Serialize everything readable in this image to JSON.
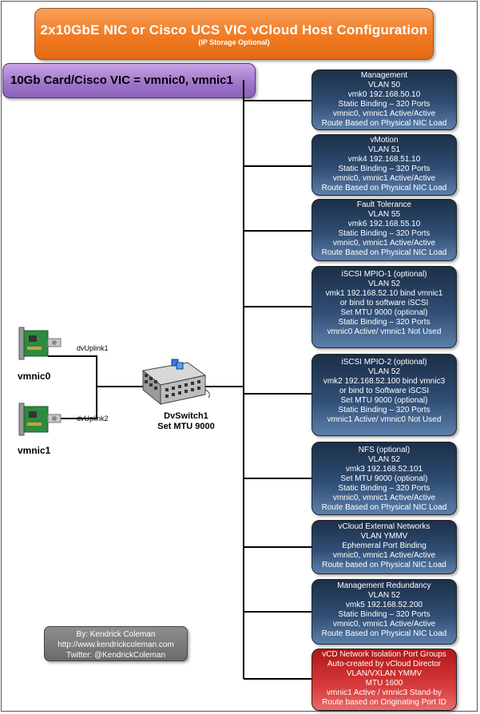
{
  "title": {
    "main": "2x10GbE NIC or Cisco UCS VIC vCloud Host  Configuration",
    "sub": "(IP Storage Optional)"
  },
  "card_label": "10Gb Card/Cisco VIC = vmnic0, vmnic1",
  "nics": [
    {
      "name": "vmnic0",
      "uplink": "dvUplink1"
    },
    {
      "name": "vmnic1",
      "uplink": "dvUplink2"
    }
  ],
  "switch": {
    "name": "DvSwitch1",
    "mtu": "Set MTU 9000"
  },
  "port_groups": [
    {
      "color": "blue",
      "lines": [
        "Management",
        "VLAN 50",
        "vmk0 192.168.50.10",
        "Static Binding – 320 Ports",
        "vmnic0, vmnic1 Active/Active",
        "Route Based on Physical NIC Load"
      ]
    },
    {
      "color": "blue",
      "lines": [
        "vMotion",
        "VLAN 51",
        "vmk4 192.168.51.10",
        "Static Binding – 320 Ports",
        "vmnic0, vmnic1 Active/Active",
        "Route Based on Physical NIC Load"
      ]
    },
    {
      "color": "blue",
      "lines": [
        "Fault Tolerance",
        "VLAN 55",
        "vmk6 192.168.55.10",
        "Static Binding – 320 Ports",
        "vmnic0, vmnic1 Active/Active",
        "Route Based on Physical NIC Load"
      ]
    },
    {
      "color": "blue",
      "lines": [
        "iSCSI MPIO-1 (optional)",
        "VLAN 52",
        "vmk1 192.168.52.10 bind vmnic1",
        "or bind to software iSCSI",
        "Set MTU 9000 (optional)",
        "Static Binding – 320 Ports",
        "vmnic0 Active/ vmnic1 Not Used"
      ]
    },
    {
      "color": "blue",
      "lines": [
        "iSCSI MPIO-2 (optional)",
        "VLAN 52",
        "vmk2 192.168.52.100 bind vmnic3",
        "or bind to Software iSCSI",
        "Set MTU 9000 (optional)",
        "Static Binding – 320 Ports",
        "vmnic1 Active/ vmnic0 Not Used"
      ]
    },
    {
      "color": "blue",
      "lines": [
        "NFS (optional)",
        "VLAN 52",
        "vmk3 192.168.52.101",
        "Set MTU 9000 (optional)",
        "Static Binding – 320 Ports",
        "vmnic0, vmnic1 Active/Active",
        "Route Based on Physical NIC Load"
      ]
    },
    {
      "color": "blue",
      "lines": [
        "vCloud External Networks",
        "VLAN YMMV",
        "Ephemeral Port Binding",
        "vmnic0, vmnic1 Active/Active",
        "Route based on Physical NIC Load"
      ]
    },
    {
      "color": "blue",
      "lines": [
        "Management Redundancy",
        "VLAN 52",
        "vmk5 192.168.52.200",
        "Static Binding – 320 Ports",
        "vmnic0, vmnic1 Active/Active",
        "Route Based on Physical NIC Load"
      ]
    },
    {
      "color": "red",
      "lines": [
        "vCD Network Isolation Port Groups",
        "Auto-created by vCloud Director",
        "VLAN/VXLAN YMMV",
        "MTU 1600",
        "vmnic1 Active / vmnic3 Stand-by",
        "Route based on Originating Port ID"
      ]
    }
  ],
  "author": {
    "by": "By: Kendrick Coleman",
    "url": "http://www.kendrickcoleman.com",
    "twitter": "Twitter: @KendrickColeman"
  },
  "colors": {
    "title_bg": "#f07a22",
    "card_bg": "#9c74c8",
    "portgroup_bg": "#2f4d73",
    "isolation_bg": "#d83a3a",
    "author_bg": "#7a7a7a"
  }
}
